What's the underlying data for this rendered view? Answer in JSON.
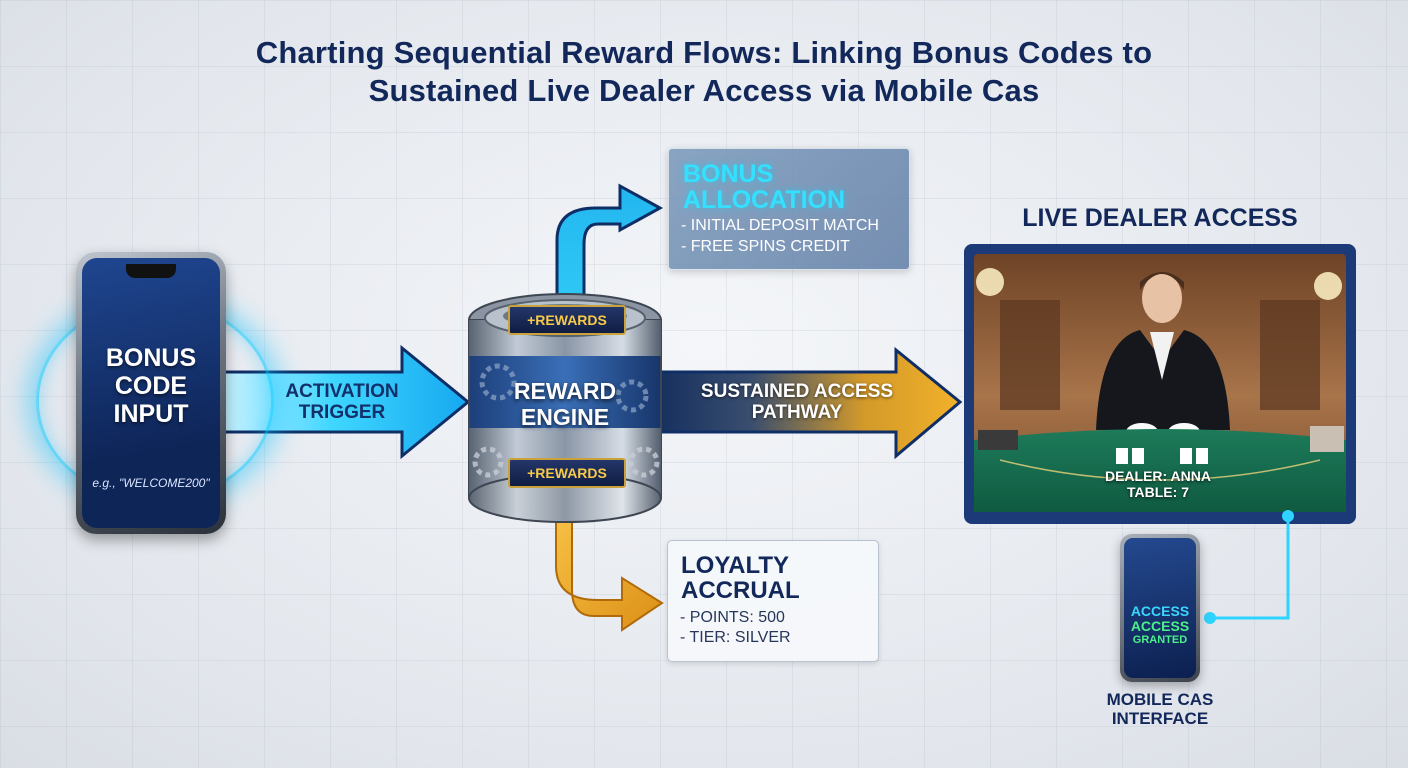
{
  "title": {
    "line1": "Charting Sequential Reward Flows: Linking Bonus Codes to",
    "line2": "Sustained Live Dealer Access  via Mobile Cas"
  },
  "phone": {
    "title": "BONUS\nCODE\nINPUT",
    "hint": "e.g., \"WELCOME200\""
  },
  "activation": {
    "label": "ACTIVATION\nTRIGGER"
  },
  "engine": {
    "label": "REWARD\nENGINE",
    "badge_top": "+REWARDS",
    "badge_bottom": "+REWARDS"
  },
  "bonus": {
    "title": "BONUS\nALLOCATION",
    "items": [
      "- INITIAL DEPOSIT MATCH",
      "- FREE SPINS CREDIT"
    ]
  },
  "sustained": {
    "label": "SUSTAINED ACCESS\nPATHWAY"
  },
  "loyalty": {
    "title": "LOYALTY\nACCRUAL",
    "items": [
      "- POINTS: 500",
      "- TIER: SILVER"
    ]
  },
  "live": {
    "title": "LIVE DEALER ACCESS",
    "dealer": "DEALER: ANNA",
    "table": "TABLE: 7"
  },
  "mobile": {
    "access1": "ACCESS",
    "access2": "ACCESS",
    "granted": "GRANTED",
    "label": "MOBILE CAS\nINTERFACE"
  },
  "colors": {
    "navy": "#13285a",
    "cyan": "#2fd3ff",
    "gold": "#f0a81c",
    "green": "#4cf08a"
  }
}
